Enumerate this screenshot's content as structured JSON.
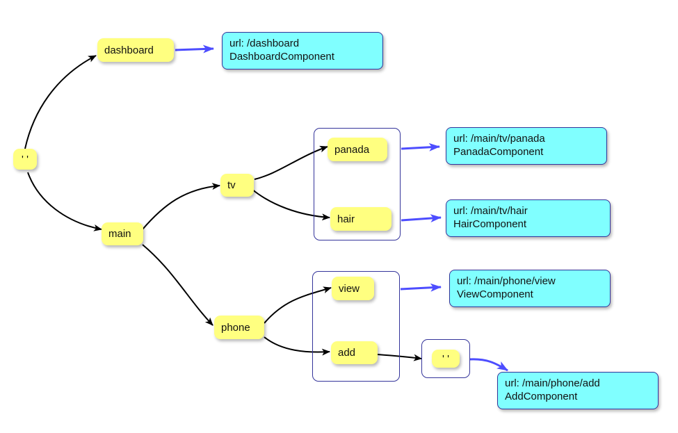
{
  "nodes": {
    "root": "' '",
    "dashboard": "dashboard",
    "main": "main",
    "tv": "tv",
    "phone": "phone",
    "panada": "panada",
    "hair": "hair",
    "view": "view",
    "add": "add",
    "add_child": "' '"
  },
  "routes": {
    "dashboard": {
      "url": "url: /dashboard",
      "component": "DashboardComponent"
    },
    "panada": {
      "url": "url: /main/tv/panada",
      "component": "PanadaComponent"
    },
    "hair": {
      "url": "url: /main/tv/hair",
      "component": "HairComponent"
    },
    "view": {
      "url": "url: /main/phone/view",
      "component": "ViewComponent"
    },
    "add": {
      "url": "url: /main/phone/add",
      "component": "AddComponent"
    }
  },
  "colors": {
    "node_fill": "#ffff80",
    "target_fill": "#80ffff",
    "edge_black": "#000000",
    "edge_blue": "#4d4dff",
    "group_border": "#33339a"
  }
}
